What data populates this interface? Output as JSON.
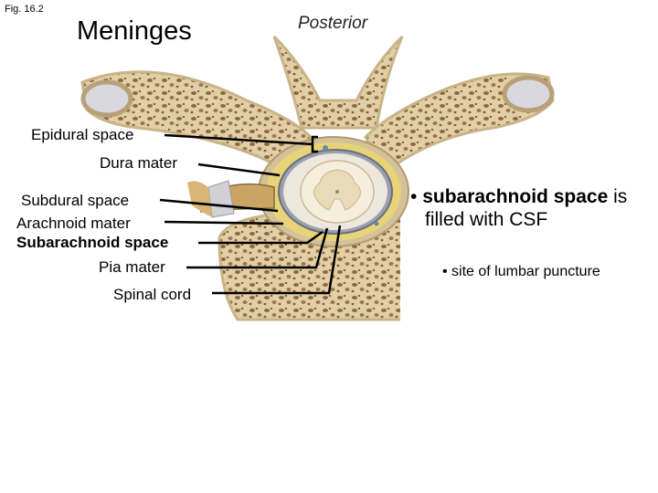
{
  "figure_label": "Fig. 16.2",
  "title": "Meninges",
  "orientation_label": "Posterior",
  "labels": {
    "epidural_space": "Epidural space",
    "dura_mater": "Dura mater",
    "subdural_space": "Subdural space",
    "arachnoid_mater": "Arachnoid mater",
    "subarachnoid_space": "Subarachnoid space",
    "pia_mater": "Pia mater",
    "spinal_cord": "Spinal cord"
  },
  "bullets": {
    "main_bold": "subarachnoid space",
    "main_rest": " is filled with CSF",
    "sub": "site of lumbar puncture"
  },
  "colors": {
    "bone": "#e8d9b0",
    "bone_shadow": "#c9b48a",
    "marrow": "#b08e63",
    "dura": "#e6d27a",
    "cord": "#f3ebd7",
    "nerve": "#c9a462"
  }
}
